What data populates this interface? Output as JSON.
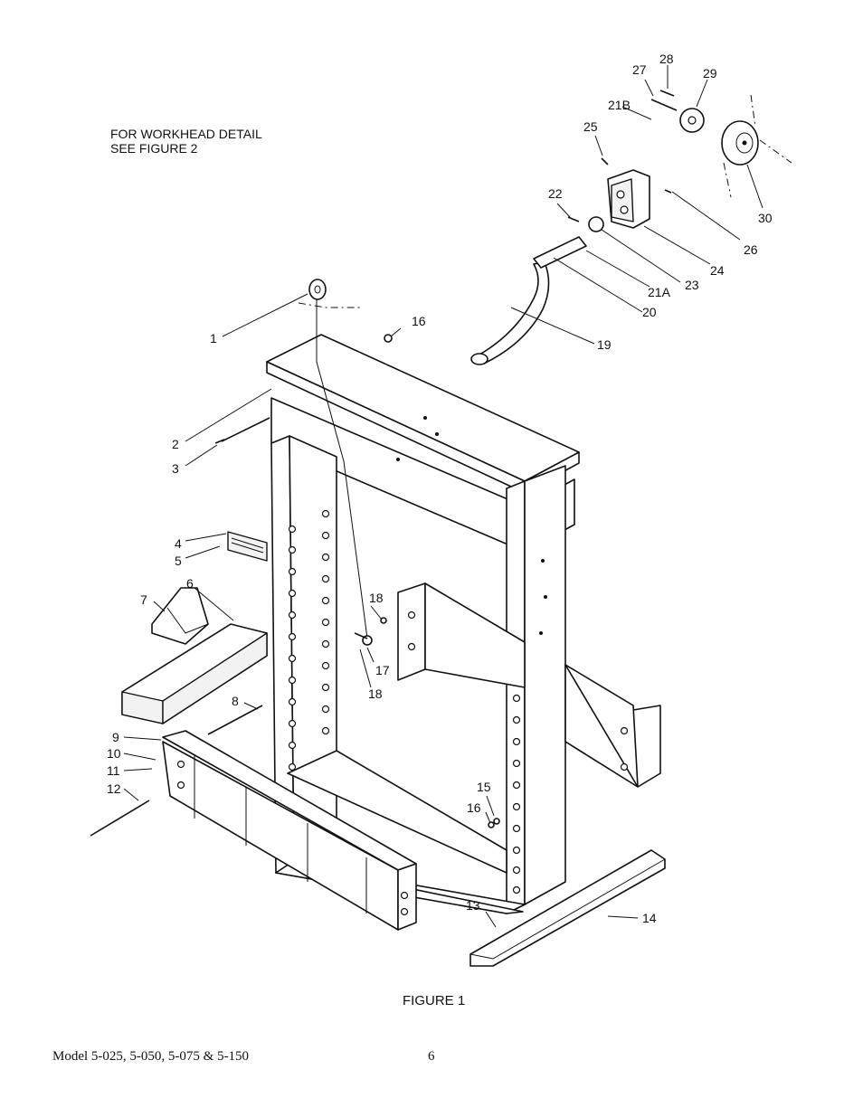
{
  "note": {
    "line1": "FOR WORKHEAD DETAIL",
    "line2": "SEE FIGURE 2"
  },
  "caption": "FIGURE 1",
  "footer": {
    "model": "Model 5-025, 5-050, 5-075 & 5-150",
    "page": "6"
  },
  "callouts": {
    "c1": "1",
    "c2": "2",
    "c3": "3",
    "c4": "4",
    "c5": "5",
    "c6": "6",
    "c7": "7",
    "c8": "8",
    "c9": "9",
    "c10": "10",
    "c11": "11",
    "c12": "12",
    "c13": "13",
    "c14": "14",
    "c15": "15",
    "c16a": "16",
    "c16b": "16",
    "c17": "17",
    "c18a": "18",
    "c18b": "18",
    "c19": "19",
    "c20": "20",
    "c21a": "21A",
    "c21b": "21B",
    "c22": "22",
    "c23": "23",
    "c24": "24",
    "c25": "25",
    "c26": "26",
    "c27": "27",
    "c28": "28",
    "c29": "29",
    "c30": "30"
  }
}
